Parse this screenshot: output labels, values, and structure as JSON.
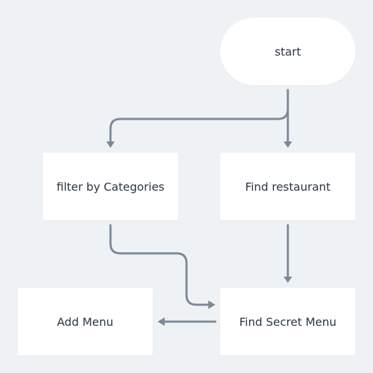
{
  "diagram": {
    "type": "flowchart",
    "colors": {
      "background": "#eff2f5",
      "node_fill": "#ffffff",
      "node_text": "#2b3543",
      "edge": "#7d8896"
    },
    "nodes": {
      "start": {
        "label": "start",
        "shape": "terminal"
      },
      "filter": {
        "label": "filter by Categories",
        "shape": "process"
      },
      "find_restaurant": {
        "label": "Find restaurant",
        "shape": "process"
      },
      "add_menu": {
        "label": "Add Menu",
        "shape": "process"
      },
      "find_secret": {
        "label": "Find Secret Menu",
        "shape": "process"
      }
    },
    "edges": [
      {
        "from": "start",
        "to": "filter"
      },
      {
        "from": "start",
        "to": "find_restaurant"
      },
      {
        "from": "filter",
        "to": "find_secret"
      },
      {
        "from": "find_restaurant",
        "to": "find_secret"
      },
      {
        "from": "find_secret",
        "to": "add_menu"
      }
    ]
  }
}
